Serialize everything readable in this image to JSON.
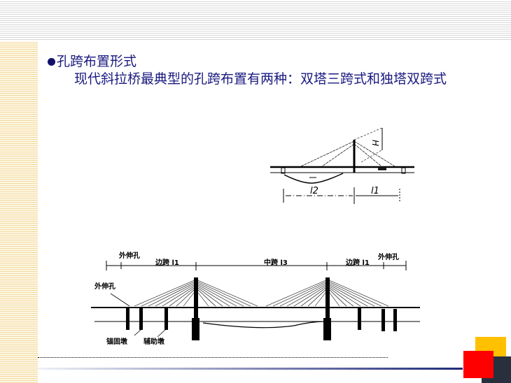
{
  "slide": {
    "heading": "孔跨布置形式",
    "paragraph": "现代斜拉桥最典型的孔跨布置有两种：双塔三跨式和独塔双跨式",
    "colors": {
      "text": "#1a1a80",
      "accent_yellow": "#ffc000",
      "accent_red": "#ff0000",
      "accent_dark": "#28303e",
      "gradient_end": "#1f2a7a"
    }
  },
  "figure_single_tower": {
    "labels": {
      "height": "H",
      "span_left": "l2",
      "span_right": "l1"
    }
  },
  "figure_double_tower": {
    "labels": {
      "outer_span_left": "外伸孔",
      "side_span_left": "边跨 l1",
      "main_span": "中跨 l3",
      "side_span_right": "边跨 l1",
      "outer_span_right": "外伸孔",
      "outer_span_callout": "外伸孔",
      "anchor_pier": "锚固墩",
      "auxiliary_pier": "辅助墩"
    }
  }
}
